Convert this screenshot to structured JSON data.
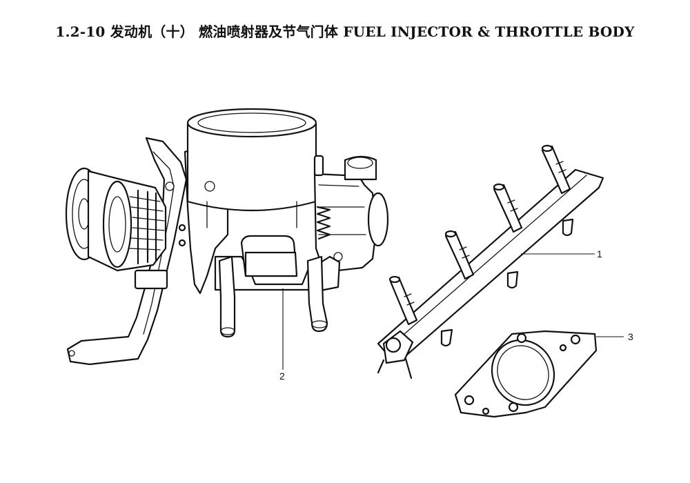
{
  "title": "1.2-10 发动机（十）  燃油喷射器及节气门体 FUEL INJECTOR & THROTTLE BODY",
  "callouts": [
    {
      "number": "1"
    },
    {
      "number": "2"
    },
    {
      "number": "3"
    }
  ]
}
